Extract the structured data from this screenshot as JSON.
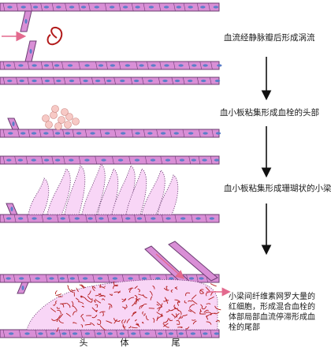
{
  "steps": [
    {
      "text": "血流经静脉瓣后形成涡流"
    },
    {
      "text": "血小板粘集形成血栓的头部"
    },
    {
      "text": "血小板粘集形成珊瑚状的小梁"
    },
    {
      "text": "小梁间纤维素网罗大量的红细胞，形成混合血栓的体部局部血流停滞形成血栓的尾部"
    }
  ],
  "segments": {
    "head": "头",
    "body": "体",
    "tail": "尾"
  },
  "colors": {
    "vessel_wall": "#d98fd6",
    "vessel_outline": "#6b3c72",
    "nucleus": "#5b7fc9",
    "lumen_fill": "#f8d6f6",
    "platelet": "#f7c9c5",
    "fibrin_rbc": "#b21a1a",
    "flow_arrow": "#e36a8e",
    "step_arrow": "#111111"
  }
}
